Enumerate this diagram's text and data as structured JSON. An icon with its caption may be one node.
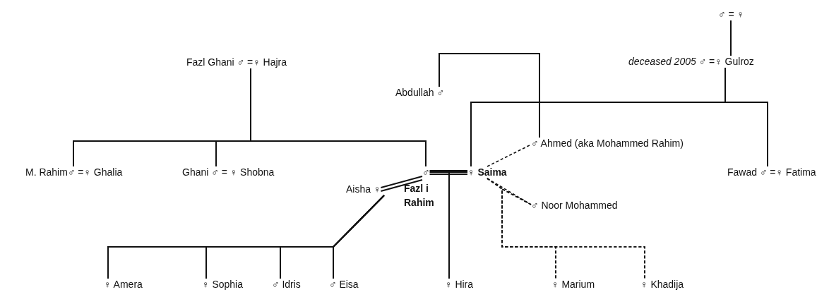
{
  "diagram": {
    "nodes": [
      {
        "text": [
          "♂ = ♀"
        ]
      },
      {
        "text": [
          "Fazl Ghani ♂ =♀ Hajra"
        ]
      },
      {
        "text": [
          "*deceased 2005* ♂ =♀ Gulroz"
        ]
      },
      {
        "text": [
          "Abdullah ♂"
        ]
      },
      {
        "text": [
          "♂ Ahmed (aka Mohammed Rahim)"
        ]
      },
      {
        "text": [
          "M. Rahim♂ =♀ Ghalia"
        ]
      },
      {
        "text": [
          "Ghani ♂ = ♀ Shobna"
        ]
      },
      {
        "text": [
          "♂"
        ],
        "beside": [
          "Fazl i Rahim"
        ]
      },
      {
        "text": [
          "♀ **Saima**"
        ]
      },
      {
        "text": [
          "Fawad ♂ =♀ Fatima"
        ]
      },
      {
        "text": [
          "Aisha ♀"
        ]
      },
      {
        "text": [
          "♂ Noor Mohammed"
        ]
      },
      {
        "text": [
          "♀ Amera"
        ]
      },
      {
        "text": [
          "♀ Sophia"
        ]
      },
      {
        "text": [
          "♂ Idris"
        ]
      },
      {
        "text": [
          "♂ Eisa"
        ]
      },
      {
        "text": [
          "♀ Hira"
        ]
      },
      {
        "text": [
          "♀ Marium"
        ]
      },
      {
        "text": [
          "♀ Khadija"
        ]
      }
    ],
    "edges": [
      {
        "from": 0,
        "to": 2,
        "arrow": "none"
      },
      {
        "from": 1,
        "to": 5,
        "arrow": "none"
      },
      {
        "from": 1,
        "to": 6,
        "arrow": "none"
      },
      {
        "from": 1,
        "to": 7,
        "arrow": "none"
      },
      {
        "from": 2,
        "to": 8,
        "arrow": "none"
      },
      {
        "from": 2,
        "to": 9,
        "arrow": "none"
      },
      {
        "from": 3,
        "to": 4,
        "arrow": "none"
      },
      {
        "from": 7,
        "to": 8,
        "arrow": "none"
      },
      {
        "from": 10,
        "to": 7,
        "arrow": "none"
      },
      {
        "from": 8,
        "to": 4,
        "arrow": "none",
        "style": "dashed"
      },
      {
        "from": 8,
        "to": 11,
        "arrow": "none",
        "style": "dashed"
      },
      {
        "from": 10,
        "to": 12,
        "arrow": "none"
      },
      {
        "from": 10,
        "to": 13,
        "arrow": "none"
      },
      {
        "from": 10,
        "to": 14,
        "arrow": "none"
      },
      {
        "from": 10,
        "to": 15,
        "arrow": "none"
      },
      {
        "from": 7,
        "to": 16,
        "arrow": "none"
      },
      {
        "from": 8,
        "to": 16,
        "arrow": "none"
      },
      {
        "from": 8,
        "to": 17,
        "arrow": "none",
        "style": "dashed"
      },
      {
        "from": 8,
        "to": 18,
        "arrow": "none",
        "style": "dashed"
      },
      {
        "from": 11,
        "to": 17,
        "arrow": "none",
        "style": "dashed"
      },
      {
        "from": 11,
        "to": 18,
        "arrow": "none",
        "style": "dashed"
      }
    ]
  }
}
